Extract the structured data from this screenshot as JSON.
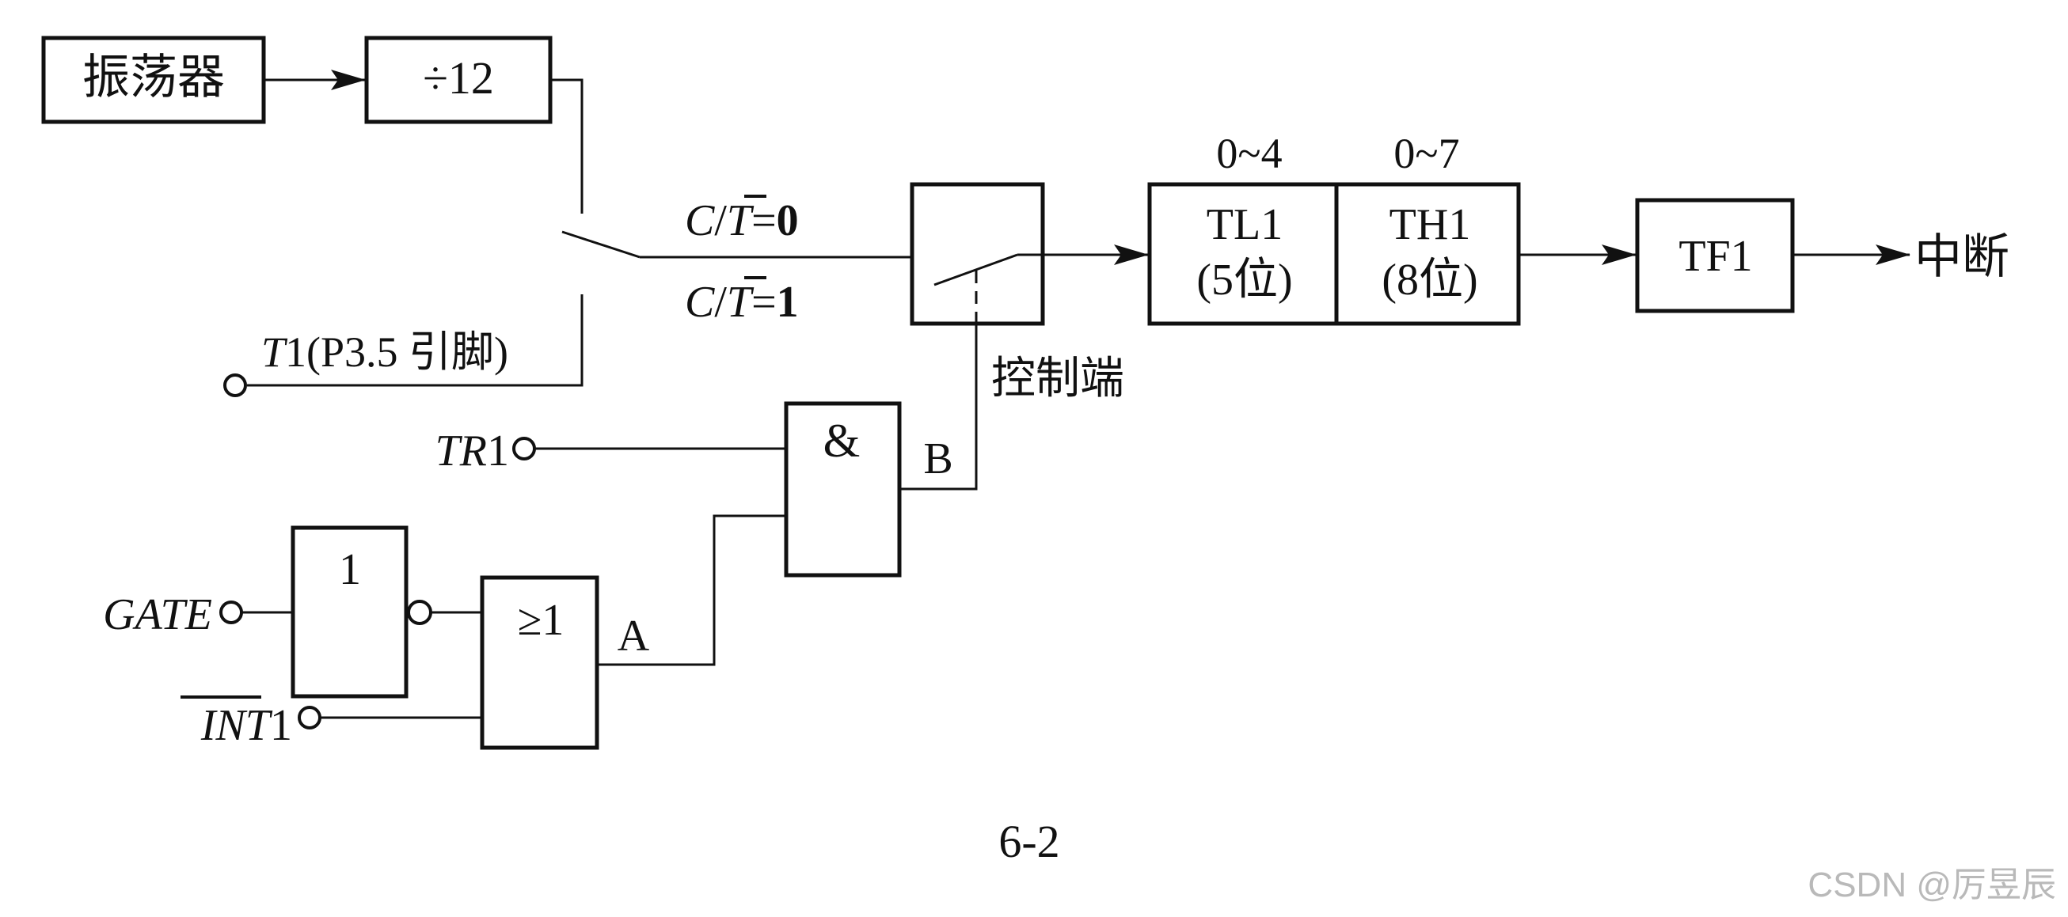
{
  "blocks": {
    "oscillator": "振荡器",
    "divider": "÷12",
    "tl1_name": "TL1",
    "tl1_bits": "(5位)",
    "th1_name": "TH1",
    "th1_bits": "(8位)",
    "tl1_range": "0~4",
    "th1_range": "0~7",
    "tf1": "TF1",
    "interrupt": "中断"
  },
  "switch": {
    "ct_c": "C",
    "ct_slash": "/",
    "ct_t": "T",
    "ct0_tail": "=",
    "ct0_value": "0",
    "ct1_tail": "=",
    "ct1_value": "1",
    "control_label": "控制端"
  },
  "inputs": {
    "t1_italic": "T",
    "t1_rest": "1(P3.5 引脚)",
    "tr1_italic": "TR",
    "tr1_rest": "1",
    "gate": "GATE",
    "int1_italic": "INT",
    "int1_rest": "1"
  },
  "gates": {
    "not_symbol": "1",
    "or_symbol": "≥1",
    "and_symbol": "&",
    "node_a": "A",
    "node_b": "B"
  },
  "caption": "6-2",
  "watermark": "CSDN @厉昱辰"
}
